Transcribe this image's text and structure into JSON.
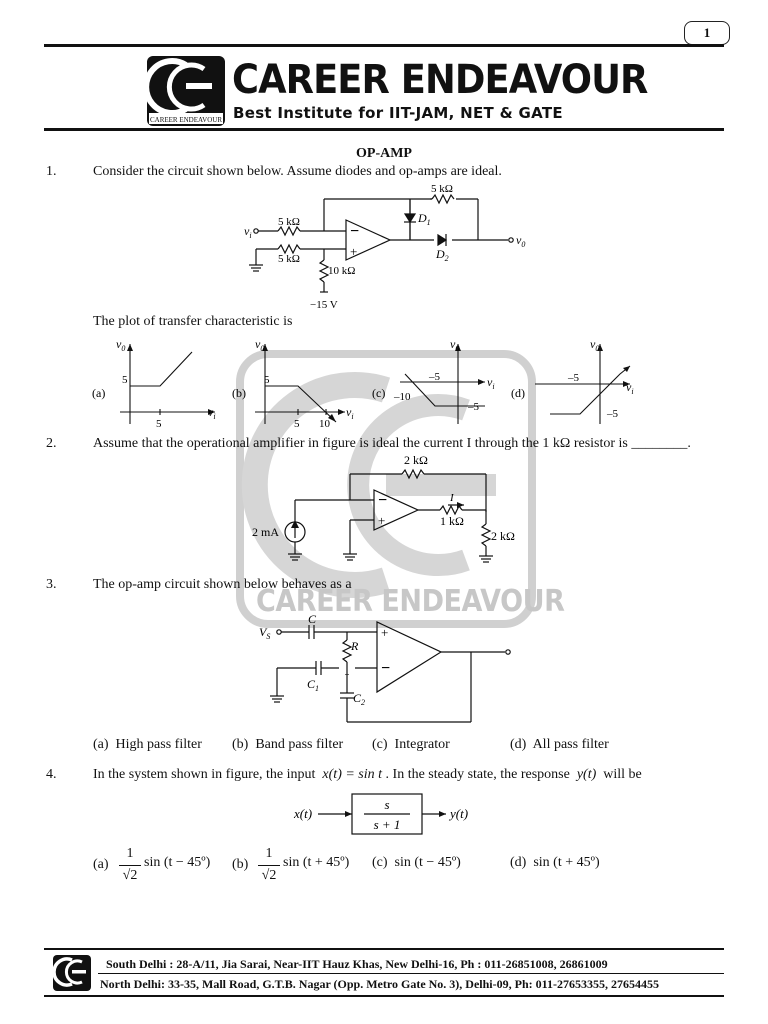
{
  "page_number": "1",
  "header": {
    "brand": "CAREER ENDEAVOUR",
    "tagline": "Best Institute for IIT-JAM, NET & GATE",
    "logo_caption": "CAREER ENDEAVOUR"
  },
  "section_title": "OP-AMP",
  "watermark": "CAREER ENDEAVOUR",
  "questions": [
    {
      "number": "1.",
      "text": "Consider the circuit shown below. Assume diodes and op-amps are ideal.",
      "circuit": {
        "r_in1": "5 kΩ",
        "r_in2": "5 kΩ",
        "r_fb": "5 kΩ",
        "r_bias": "10 kΩ",
        "supply": "−15 V",
        "d1": "D",
        "d1_sub": "1",
        "d2": "D",
        "d2_sub": "2",
        "vi": "v",
        "vi_sub": "i",
        "vo": "v",
        "vo_sub": "0"
      },
      "prompt": "The plot of transfer characteristic is",
      "plots": [
        {
          "label": "(a)",
          "yaxis": "v",
          "yaxis_sub": "0",
          "xaxis": "v",
          "xaxis_sub": "i",
          "marks": [
            "5",
            "5"
          ]
        },
        {
          "label": "(b)",
          "yaxis": "v",
          "yaxis_sub": "0",
          "xaxis": "v",
          "xaxis_sub": "i",
          "marks": [
            "5",
            "5",
            "10"
          ]
        },
        {
          "label": "(c)",
          "yaxis": "v",
          "yaxis_sub": "0",
          "xaxis": "v",
          "xaxis_sub": "i",
          "marks": [
            "–5",
            "–10",
            "–5"
          ]
        },
        {
          "label": "(d)",
          "yaxis": "v",
          "yaxis_sub": "0",
          "xaxis": "v",
          "xaxis_sub": "i",
          "marks": [
            "–5",
            "–5"
          ]
        }
      ]
    },
    {
      "number": "2.",
      "text": "Assume that the operational amplifier in figure is ideal the current I through the 1 kΩ resistor is ________.",
      "circuit": {
        "source": "2 mA",
        "r_fb": "2 kΩ",
        "r_series": "1 kΩ",
        "r_load": "2 kΩ",
        "current": "I"
      }
    },
    {
      "number": "3.",
      "text": "The op-amp circuit shown below behaves as a",
      "circuit": {
        "vs": "V",
        "vs_sub": "S",
        "c": "C",
        "r": "R",
        "c1": "C",
        "c1_sub": "1",
        "c2": "C",
        "c2_sub": "2"
      },
      "options": [
        {
          "label": "(a)",
          "text": "High pass filter"
        },
        {
          "label": "(b)",
          "text": "Band pass filter"
        },
        {
          "label": "(c)",
          "text": "Integrator"
        },
        {
          "label": "(d)",
          "text": "All pass filter"
        }
      ]
    },
    {
      "number": "4.",
      "text_a": "In the system shown in figure, the input",
      "input_expr": "x(t) = sin t",
      "text_b": ". In the steady state, the response",
      "output_expr": "y(t)",
      "text_c": "will be",
      "block": {
        "input": "x(t)",
        "output": "y(t)",
        "num": "s",
        "den": "s + 1"
      },
      "options": [
        {
          "label": "(a)",
          "coef_num": "1",
          "coef_den": "√2",
          "expr": "sin (t − 45º)"
        },
        {
          "label": "(b)",
          "coef_num": "1",
          "coef_den": "√2",
          "expr": "sin (t + 45º)"
        },
        {
          "label": "(c)",
          "expr": "sin (t − 45º)"
        },
        {
          "label": "(d)",
          "expr": "sin (t + 45º)"
        }
      ]
    }
  ],
  "footer": {
    "line1": "South Delhi : 28-A/11, Jia Sarai, Near-IIT Hauz Khas, New Delhi-16, Ph : 011-26851008, 26861009",
    "line2": "North Delhi: 33-35, Mall Road, G.T.B. Nagar (Opp. Metro Gate No. 3), Delhi-09, Ph: 011-27653355, 27654455"
  }
}
